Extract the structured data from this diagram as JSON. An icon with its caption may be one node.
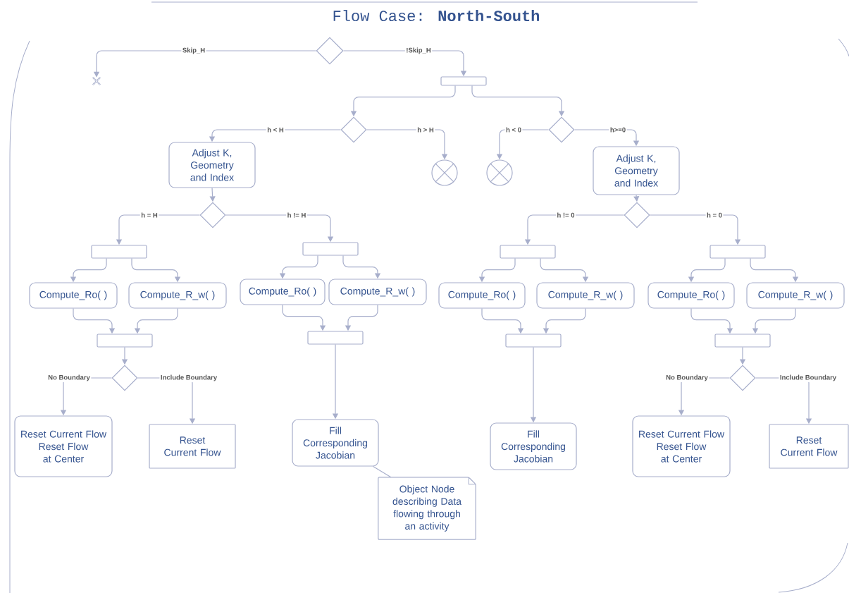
{
  "diagram": {
    "title": "Flow Case: **North-South**",
    "nodes": [
      {
        "text": [],
        "shape": "diamond"
      },
      {
        "text": [],
        "shape": "cross"
      },
      {
        "text": [],
        "shape": "bar"
      },
      {
        "text": [],
        "shape": "diamond"
      },
      {
        "text": [],
        "shape": "diamond"
      },
      {
        "text": [
          "Adjust K, Geometry and Index"
        ]
      },
      {
        "text": [],
        "shape": "circle"
      },
      {
        "text": [],
        "shape": "circle"
      },
      {
        "text": [
          "Adjust K, Geometry and Index"
        ]
      },
      {
        "text": [],
        "shape": "diamond"
      },
      {
        "text": [],
        "shape": "diamond"
      },
      {
        "text": [],
        "shape": "bar"
      },
      {
        "text": [],
        "shape": "bar"
      },
      {
        "text": [],
        "shape": "bar"
      },
      {
        "text": [],
        "shape": "bar"
      },
      {
        "text": [
          "Compute_Ro( )"
        ]
      },
      {
        "text": [
          "Compute_R_w( )"
        ]
      },
      {
        "text": [
          "Compute_Ro( )"
        ]
      },
      {
        "text": [
          "Compute_R_w( )"
        ]
      },
      {
        "text": [
          "Compute_Ro( )"
        ]
      },
      {
        "text": [
          "Compute_R_w( )"
        ]
      },
      {
        "text": [
          "Compute_Ro( )"
        ]
      },
      {
        "text": [
          "Compute_R_w( )"
        ]
      },
      {
        "text": [],
        "shape": "bar"
      },
      {
        "text": [],
        "shape": "bar"
      },
      {
        "text": [],
        "shape": "bar"
      },
      {
        "text": [],
        "shape": "bar"
      },
      {
        "text": [],
        "shape": "diamond"
      },
      {
        "text": [],
        "shape": "diamond"
      },
      {
        "text": [
          "Reset Current Flow",
          "Reset Flow at Center"
        ]
      },
      {
        "text": [
          "Reset Current Flow"
        ]
      },
      {
        "text": [
          "Fill Corresponding Jacobian"
        ]
      },
      {
        "text": [
          "Fill Corresponding Jacobian"
        ]
      },
      {
        "text": [
          "Reset Current Flow",
          "Reset Flow at Center"
        ]
      },
      {
        "text": [
          "Reset Current Flow"
        ]
      },
      {
        "text": [
          "Object Node describing Data flowing through an activity"
        ]
      }
    ],
    "edges": [
      {
        "from": 0,
        "to": 1,
        "arrow": "to",
        "label": "Skip_H"
      },
      {
        "from": 0,
        "to": 2,
        "arrow": "to",
        "label": "!Skip_H"
      },
      {
        "from": 2,
        "to": 3,
        "arrow": "to"
      },
      {
        "from": 2,
        "to": 4,
        "arrow": "to"
      },
      {
        "from": 3,
        "to": 5,
        "arrow": "to",
        "label": "h < H"
      },
      {
        "from": 3,
        "to": 6,
        "arrow": "to",
        "label": "h > H"
      },
      {
        "from": 4,
        "to": 7,
        "arrow": "to",
        "label": "h < 0"
      },
      {
        "from": 4,
        "to": 8,
        "arrow": "to",
        "label": "h>=0"
      },
      {
        "from": 5,
        "to": 9,
        "arrow": "to"
      },
      {
        "from": 8,
        "to": 10,
        "arrow": "to"
      },
      {
        "from": 9,
        "to": 11,
        "arrow": "to",
        "label": "h = H"
      },
      {
        "from": 9,
        "to": 12,
        "arrow": "to",
        "label": "h != H"
      },
      {
        "from": 10,
        "to": 13,
        "arrow": "to",
        "label": "h != 0"
      },
      {
        "from": 10,
        "to": 14,
        "arrow": "to",
        "label": "h = 0"
      },
      {
        "from": 11,
        "to": 15,
        "arrow": "to"
      },
      {
        "from": 11,
        "to": 16,
        "arrow": "to"
      },
      {
        "from": 12,
        "to": 17,
        "arrow": "to"
      },
      {
        "from": 12,
        "to": 18,
        "arrow": "to"
      },
      {
        "from": 13,
        "to": 19,
        "arrow": "to"
      },
      {
        "from": 13,
        "to": 20,
        "arrow": "to"
      },
      {
        "from": 14,
        "to": 21,
        "arrow": "to"
      },
      {
        "from": 14,
        "to": 22,
        "arrow": "to"
      },
      {
        "from": 15,
        "to": 23,
        "arrow": "to"
      },
      {
        "from": 16,
        "to": 23,
        "arrow": "to"
      },
      {
        "from": 17,
        "to": 24,
        "arrow": "to"
      },
      {
        "from": 18,
        "to": 24,
        "arrow": "to"
      },
      {
        "from": 19,
        "to": 25,
        "arrow": "to"
      },
      {
        "from": 20,
        "to": 25,
        "arrow": "to"
      },
      {
        "from": 21,
        "to": 26,
        "arrow": "to"
      },
      {
        "from": 22,
        "to": 26,
        "arrow": "to"
      },
      {
        "from": 23,
        "to": 27,
        "arrow": "to"
      },
      {
        "from": 26,
        "to": 28,
        "arrow": "to"
      },
      {
        "from": 27,
        "to": 29,
        "arrow": "to",
        "label": "No Boundary"
      },
      {
        "from": 27,
        "to": 30,
        "arrow": "to",
        "label": "Include Boundary"
      },
      {
        "from": 24,
        "to": 31,
        "arrow": "to"
      },
      {
        "from": 25,
        "to": 32,
        "arrow": "to"
      },
      {
        "from": 28,
        "to": 33,
        "arrow": "to",
        "label": "No Boundary"
      },
      {
        "from": 28,
        "to": 34,
        "arrow": "to",
        "label": "Include Boundary"
      },
      {
        "from": 31,
        "to": 35,
        "arrow": "none"
      }
    ]
  }
}
